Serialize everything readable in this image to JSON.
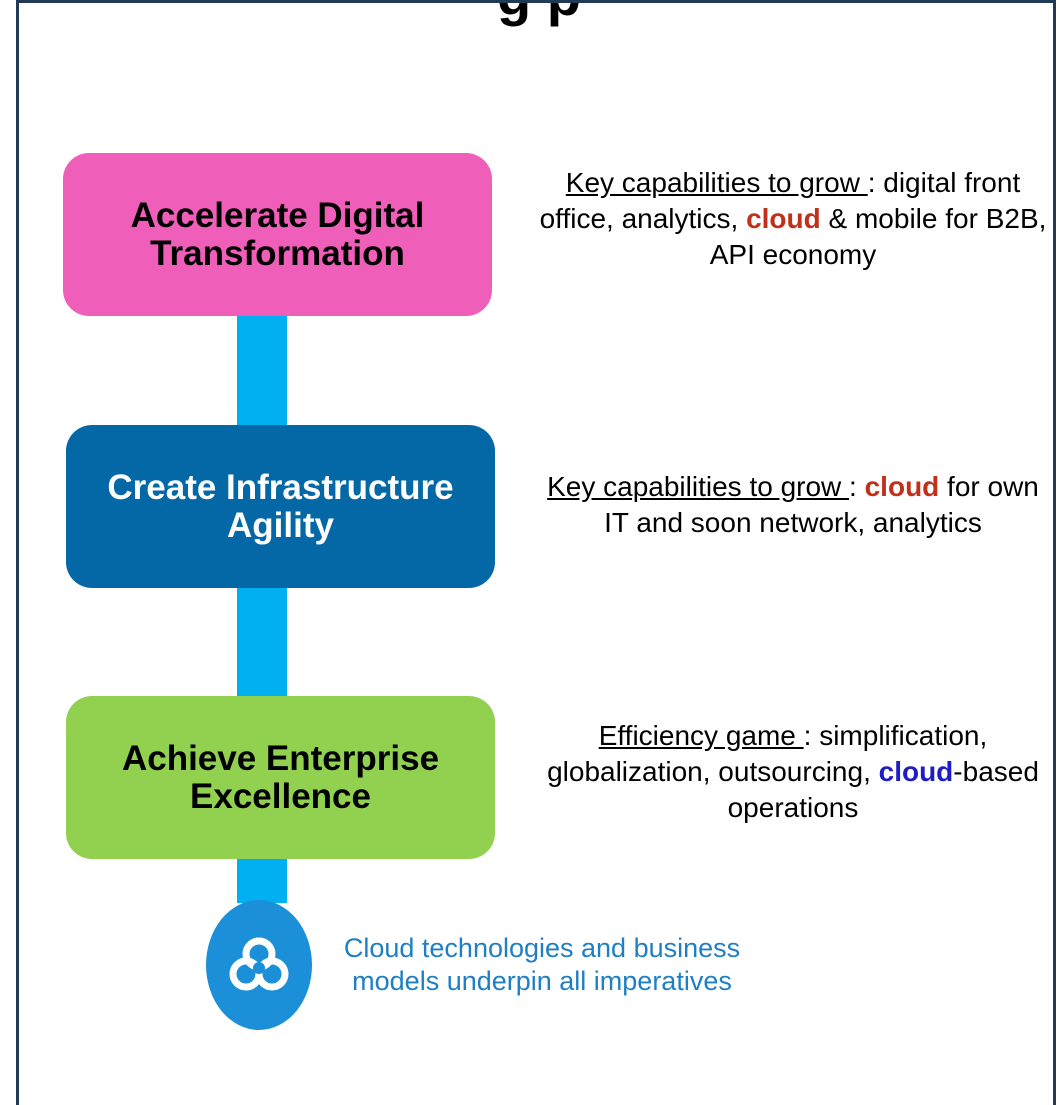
{
  "title": "g      p",
  "stages": [
    {
      "label": "Accelerate Digital Transformation",
      "desc": {
        "lead": "Key capabilities to grow ",
        "sep": ": digital front office, analytics, ",
        "highlight": "cloud",
        "tail": " & mobile for B2B, API economy"
      }
    },
    {
      "label": "Create Infrastructure Agility",
      "desc": {
        "lead": "Key capabilities to grow ",
        "sep": ": ",
        "highlight": "cloud",
        "tail": " for own IT and soon network, analytics"
      }
    },
    {
      "label": "Achieve Enterprise Excellence",
      "desc": {
        "lead": "Efficiency game ",
        "sep": ": simplification, globalization, outsourcing, ",
        "highlight": "cloud",
        "tail": "-based operations"
      }
    }
  ],
  "footnote": "Cloud technologies and business models underpin all imperatives",
  "icons": {
    "cloud": "cloud-icon"
  },
  "colors": {
    "stage1": "#ef5fb9",
    "stage2": "#0368a5",
    "stage3": "#92d050",
    "connector": "#00b0f0",
    "highlight_red": "#c0301b",
    "highlight_blue": "#1d1dc8",
    "footnote": "#1f7fc4"
  }
}
